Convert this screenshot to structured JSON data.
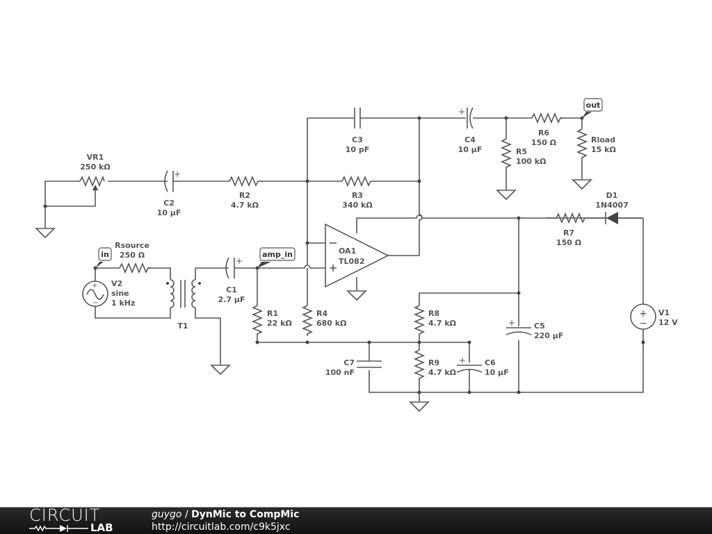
{
  "components": {
    "VR1": {
      "name": "VR1",
      "value": "250 kΩ"
    },
    "C2": {
      "name": "C2",
      "value": "10 µF"
    },
    "R2": {
      "name": "R2",
      "value": "4.7 kΩ"
    },
    "C3": {
      "name": "C3",
      "value": "10 pF"
    },
    "R3": {
      "name": "R3",
      "value": "340 kΩ"
    },
    "C4": {
      "name": "C4",
      "value": "10 µF"
    },
    "R5": {
      "name": "R5",
      "value": "100 kΩ"
    },
    "R6": {
      "name": "R6",
      "value": "150 Ω"
    },
    "Rload": {
      "name": "Rload",
      "value": "15 kΩ"
    },
    "D1": {
      "name": "D1",
      "value": "1N4007"
    },
    "R7": {
      "name": "R7",
      "value": "150 Ω"
    },
    "OA1": {
      "name": "OA1",
      "value": "TL082"
    },
    "Rsource": {
      "name": "Rsource",
      "value": "250 Ω"
    },
    "V2": {
      "name": "V2",
      "value": "sine",
      "value2": "1 kHz"
    },
    "T1": {
      "name": "T1"
    },
    "C1": {
      "name": "C1",
      "value": "2.7 µF"
    },
    "R1": {
      "name": "R1",
      "value": "22 kΩ"
    },
    "R4": {
      "name": "R4",
      "value": "680 kΩ"
    },
    "R8": {
      "name": "R8",
      "value": "4.7 kΩ"
    },
    "R9": {
      "name": "R9",
      "value": "4.7 kΩ"
    },
    "C7": {
      "name": "C7",
      "value": "100 nF"
    },
    "C6": {
      "name": "C6",
      "value": "10 µF"
    },
    "C5": {
      "name": "C5",
      "value": "220 µF"
    },
    "V1": {
      "name": "V1",
      "value": "12 V"
    }
  },
  "nets": {
    "in": "in",
    "amp_in": "amp_in",
    "out": "out"
  },
  "footer": {
    "logo_top": "CIRCUIT",
    "logo_bottom": "LAB",
    "user": "guygo",
    "separator": " / ",
    "title": "DynMic to CompMic",
    "url": "http://circuitlab.com/c9k5jxc"
  }
}
